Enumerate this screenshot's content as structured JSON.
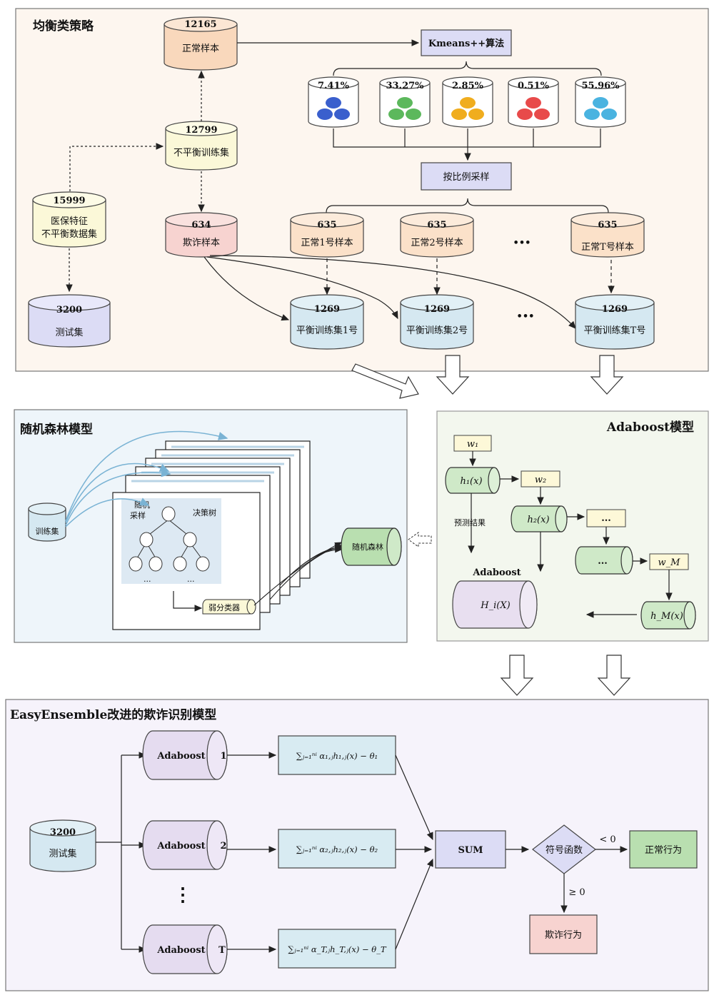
{
  "balance": {
    "title": "均衡类策略",
    "normal_samples": {
      "count": "12165",
      "label": "正常样本"
    },
    "kmeans": "Kmeans++算法",
    "clusters": [
      "7.41%",
      "33.27%",
      "2.85%",
      "0.51%",
      "55.96%"
    ],
    "cluster_colors": [
      "#3a5fcd",
      "#5cb85c",
      "#f0ad1e",
      "#e84a4a",
      "#4ab3e0"
    ],
    "imbalanced_train": {
      "count": "12799",
      "label": "不平衡训练集"
    },
    "proportional": "按比例采样",
    "dataset": {
      "count": "15999",
      "line1": "医保特征",
      "line2": "不平衡数据集"
    },
    "fraud_samples": {
      "count": "634",
      "label": "欺诈样本"
    },
    "normal_subsets": [
      {
        "count": "635",
        "label": "正常1号样本"
      },
      {
        "count": "635",
        "label": "正常2号样本"
      },
      {
        "count": "635",
        "label": "正常T号样本"
      }
    ],
    "ellipsis": "•••",
    "test_set": {
      "count": "3200",
      "label": "测试集"
    },
    "balanced_sets": [
      {
        "count": "1269",
        "label": "平衡训练集1号"
      },
      {
        "count": "1269",
        "label": "平衡训练集2号"
      },
      {
        "count": "1269",
        "label": "平衡训练集T号"
      }
    ]
  },
  "rf": {
    "title": "随机森林模型",
    "train": "训练集",
    "random_l1": "随机",
    "random_l2": "采样",
    "tree": "决策树",
    "dots": "...",
    "weak": "弱分类器",
    "forest": "随机森林"
  },
  "ada": {
    "title": "Adaboost模型",
    "w1": "w₁",
    "h1": "h₁(x)",
    "w2": "w₂",
    "h2": "h₂(x)",
    "dots": "...",
    "wm": "w_M",
    "hm": "h_M(x)",
    "pred": "预测结果",
    "name": "Adaboost",
    "H": "H_i(X)"
  },
  "ensemble": {
    "title": "EasyEnsemble改进的欺诈识别模型",
    "test": {
      "count": "3200",
      "label": "测试集"
    },
    "models": [
      {
        "name": "Adaboost",
        "idx": "1",
        "formula": "∑ⱼ₌₁ⁿⁱ α₁,ⱼh₁,ⱼ(x) − θ₁"
      },
      {
        "name": "Adaboost",
        "idx": "2",
        "formula": "∑ⱼ₌₁ⁿⁱ α₂,ⱼh₂,ⱼ(x) − θ₂"
      },
      {
        "name": "Adaboost",
        "idx": "T",
        "formula": "∑ⱼ₌₁ⁿⁱ α_T,ⱼh_T,ⱼ(x) − θ_T"
      }
    ],
    "vdots": "⋮",
    "sum": "SUM",
    "sign": "符号函数",
    "lt": "< 0",
    "ge": "≥ 0",
    "normal": "正常行为",
    "fraud": "欺诈行为"
  }
}
